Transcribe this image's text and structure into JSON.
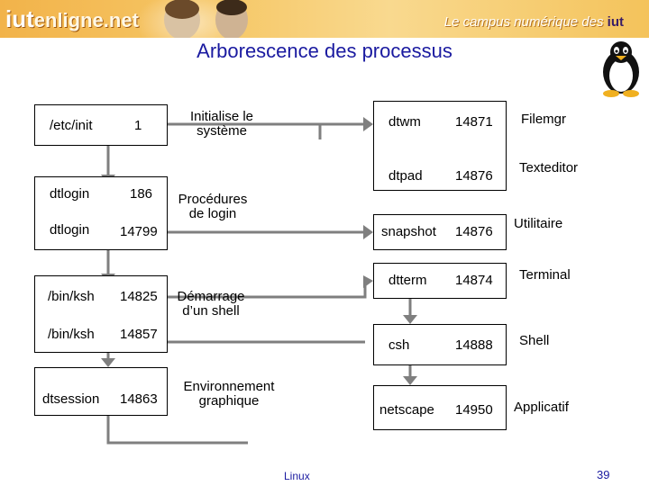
{
  "banner": {
    "logo_part1": "iut",
    "logo_part2": "enligne.net",
    "tagline": "Le campus numérique des ",
    "tagline_brand": "iut"
  },
  "title": "Arborescence des processus",
  "left_column": [
    {
      "name": "/etc/init",
      "pid": "1"
    },
    {
      "name": "dtlogin",
      "pid": "186"
    },
    {
      "name": "dtlogin",
      "pid": "14799"
    },
    {
      "name": "/bin/ksh",
      "pid": "14825"
    },
    {
      "name": "/bin/ksh",
      "pid": "14857"
    },
    {
      "name": "dtsession",
      "pid": "14863"
    }
  ],
  "left_notes": [
    "Initialise le système",
    "Procédures de login",
    "Démarrage d’un shell",
    "Environnement graphique"
  ],
  "right_column": [
    {
      "name": "dtwm",
      "pid": "14871",
      "label": "Filemgr"
    },
    {
      "name": "dtpad",
      "pid": "14876",
      "label": "Texteditor"
    },
    {
      "name": "snapshot",
      "pid": "14876",
      "label": "Utilitaire"
    },
    {
      "name": "dtterm",
      "pid": "14874",
      "label": "Terminal"
    },
    {
      "name": "csh",
      "pid": "14888",
      "label": "Shell"
    },
    {
      "name": "netscape",
      "pid": "14950",
      "label": "Applicatif"
    }
  ],
  "footer": {
    "center": "Linux",
    "page": "39"
  },
  "colors": {
    "arrow": "#7f7f7f",
    "title": "#1a1aa0",
    "banner": "#f4c35b"
  }
}
